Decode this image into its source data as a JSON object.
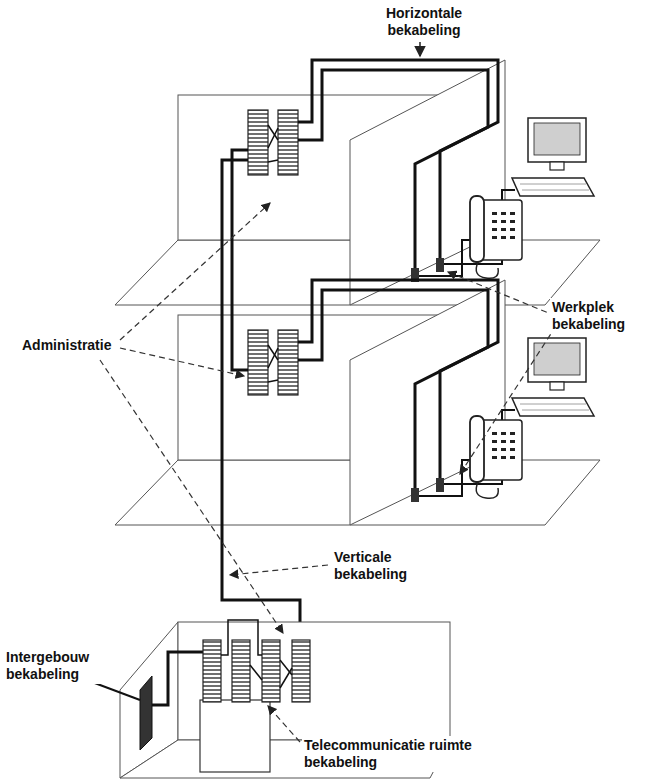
{
  "diagram": {
    "labels": [
      "Horizontale bekabeling",
      "Administratie",
      "Werkplek bekabeling",
      "Verticale bekabeling",
      "Intergebouw bekabeling",
      "Telecommunicatie ruimte bekabeling"
    ]
  }
}
